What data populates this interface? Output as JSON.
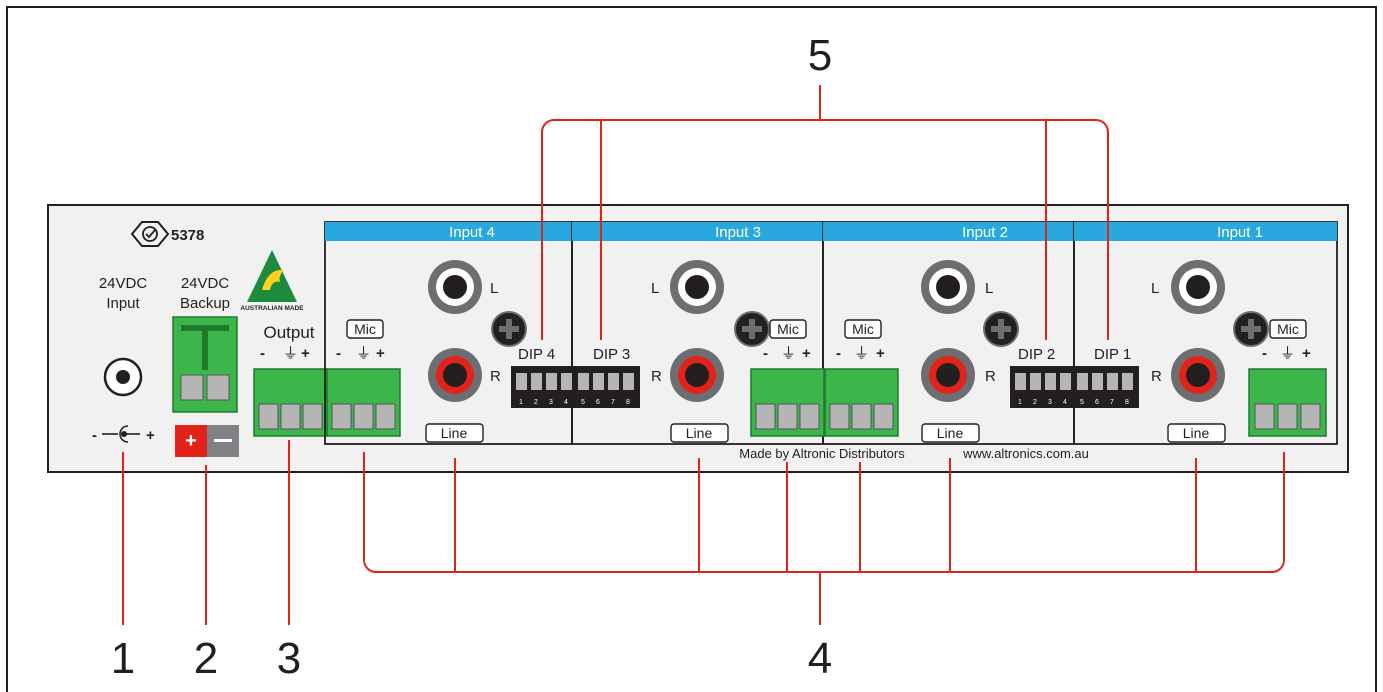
{
  "callouts": {
    "c1": "1",
    "c2": "2",
    "c3": "3",
    "c4": "4",
    "c5": "5"
  },
  "panel": {
    "approval_number": "5378",
    "logo_text": "AUSTRALIAN MADE",
    "power_input_label_1": "24VDC",
    "power_input_label_2": "Input",
    "backup_label_1": "24VDC",
    "backup_label_2": "Backup",
    "output_label": "Output",
    "polarity_minus": "-",
    "polarity_plus": "+",
    "ground_symbol": "⏚",
    "maker_text": "Made by Altronic Distributors",
    "website_text": "www.altronics.com.au"
  },
  "inputs": [
    {
      "title": "Input 4",
      "mic": "Mic",
      "line": "Line",
      "left": "L",
      "right": "R"
    },
    {
      "title": "Input 3",
      "mic": "Mic",
      "line": "Line",
      "left": "L",
      "right": "R"
    },
    {
      "title": "Input 2",
      "mic": "Mic",
      "line": "Line",
      "left": "L",
      "right": "R"
    },
    {
      "title": "Input 1",
      "mic": "Mic",
      "line": "Line",
      "left": "L",
      "right": "R"
    }
  ],
  "dips": [
    {
      "label": "DIP 4",
      "numbers": [
        "1",
        "2",
        "3",
        "4"
      ]
    },
    {
      "label": "DIP 3",
      "numbers": [
        "5",
        "6",
        "7",
        "8"
      ]
    },
    {
      "label": "DIP 2",
      "numbers": [
        "1",
        "2",
        "3",
        "4"
      ]
    },
    {
      "label": "DIP 1",
      "numbers": [
        "5",
        "6",
        "7",
        "8"
      ]
    }
  ],
  "colors": {
    "callout_line": "#e2231a",
    "input_header": "#29a8e0",
    "terminal_green": "#3cb54a",
    "rca_red": "#e2231a",
    "panel_bg": "#f1f1f2"
  }
}
